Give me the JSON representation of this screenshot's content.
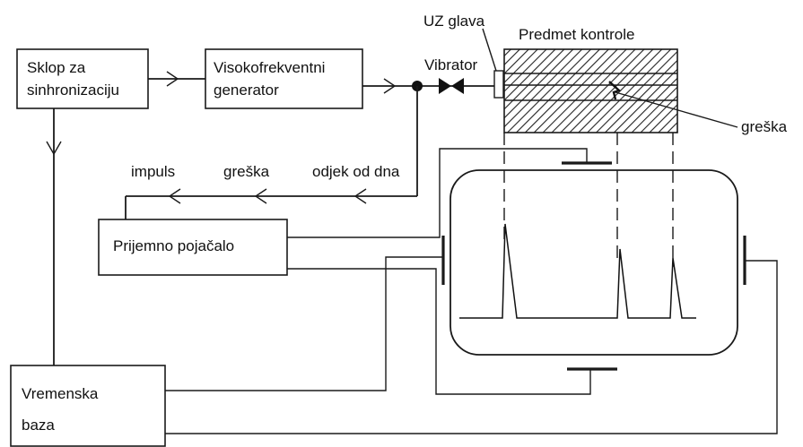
{
  "blocks": {
    "sync": [
      "Sklop za",
      "sinhronizaciju"
    ],
    "generator": [
      "Visokofrekventni",
      "generator"
    ],
    "amplifier": "Prijemno pojačalo",
    "timebase": [
      "Vremenska",
      "baza"
    ]
  },
  "labels": {
    "probe": "UZ glava",
    "vibrator": "Vibrator",
    "test_object": "Predmet kontrole",
    "flaw": "greška"
  },
  "signals": {
    "impulse": "impuls",
    "flaw_echo": "greška",
    "back_echo": "odjek od dna"
  }
}
